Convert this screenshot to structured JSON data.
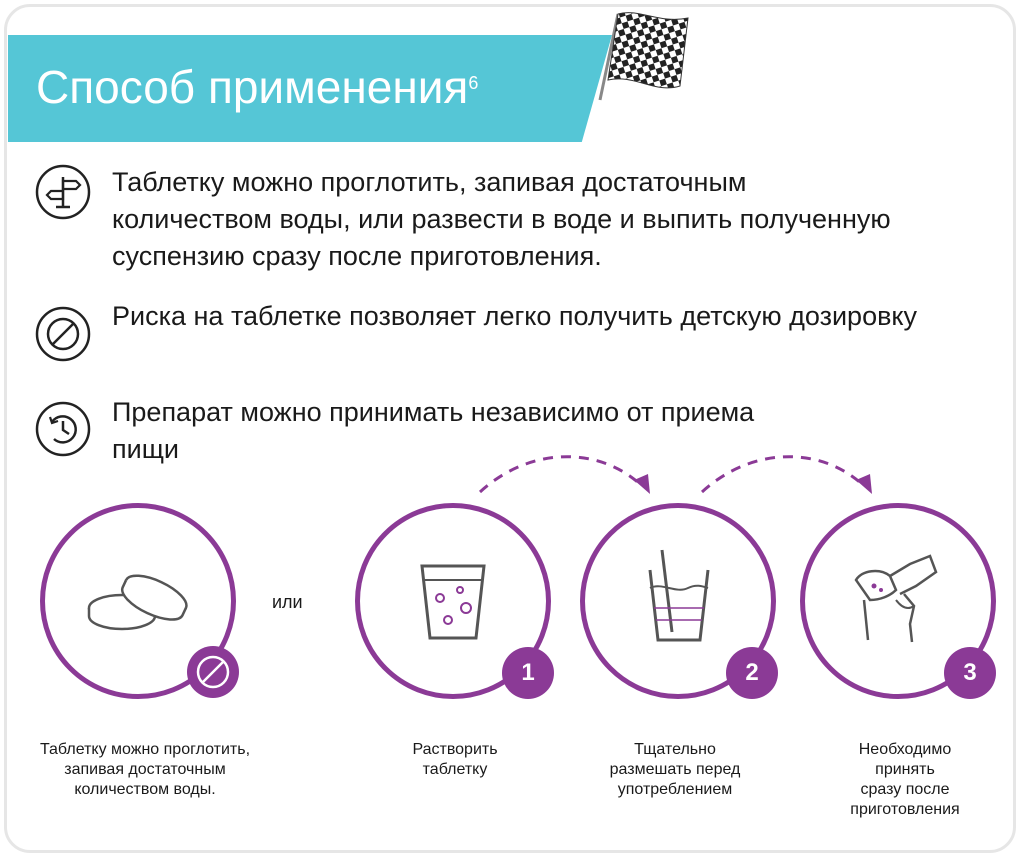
{
  "header": {
    "title": "Способ применения",
    "footnote": "6"
  },
  "bullets": [
    {
      "icon": "signpost-icon",
      "text": "Таблетку можно проглотить, запивая достаточным количеством воды, или развести в воде и выпить полученную суспензию сразу после приготовления."
    },
    {
      "icon": "scored-tablet-icon",
      "text": "Риска на таблетке позволяет легко получить детскую дозировку"
    },
    {
      "icon": "clock-icon",
      "text": "Препарат можно принимать независимо от приема пищи"
    }
  ],
  "steps": {
    "or_label": "или",
    "swallow_caption": "Таблетку можно проглотить,\nзапивая достаточным\nколичеством воды.",
    "items": [
      {
        "number": "1",
        "caption": "Растворить\nтаблетку",
        "icon": "glass-with-bubbles-icon"
      },
      {
        "number": "2",
        "caption": "Тщательно\nразмешать перед\nупотреблением",
        "icon": "glass-with-straw-icon"
      },
      {
        "number": "3",
        "caption": "Необходимо\nпринять\nсразу после\nприготовления",
        "icon": "hand-holding-cup-icon"
      }
    ]
  },
  "colors": {
    "accent_teal": "#55c6d6",
    "accent_purple": "#8b3a96",
    "text": "#1a1a1a"
  }
}
